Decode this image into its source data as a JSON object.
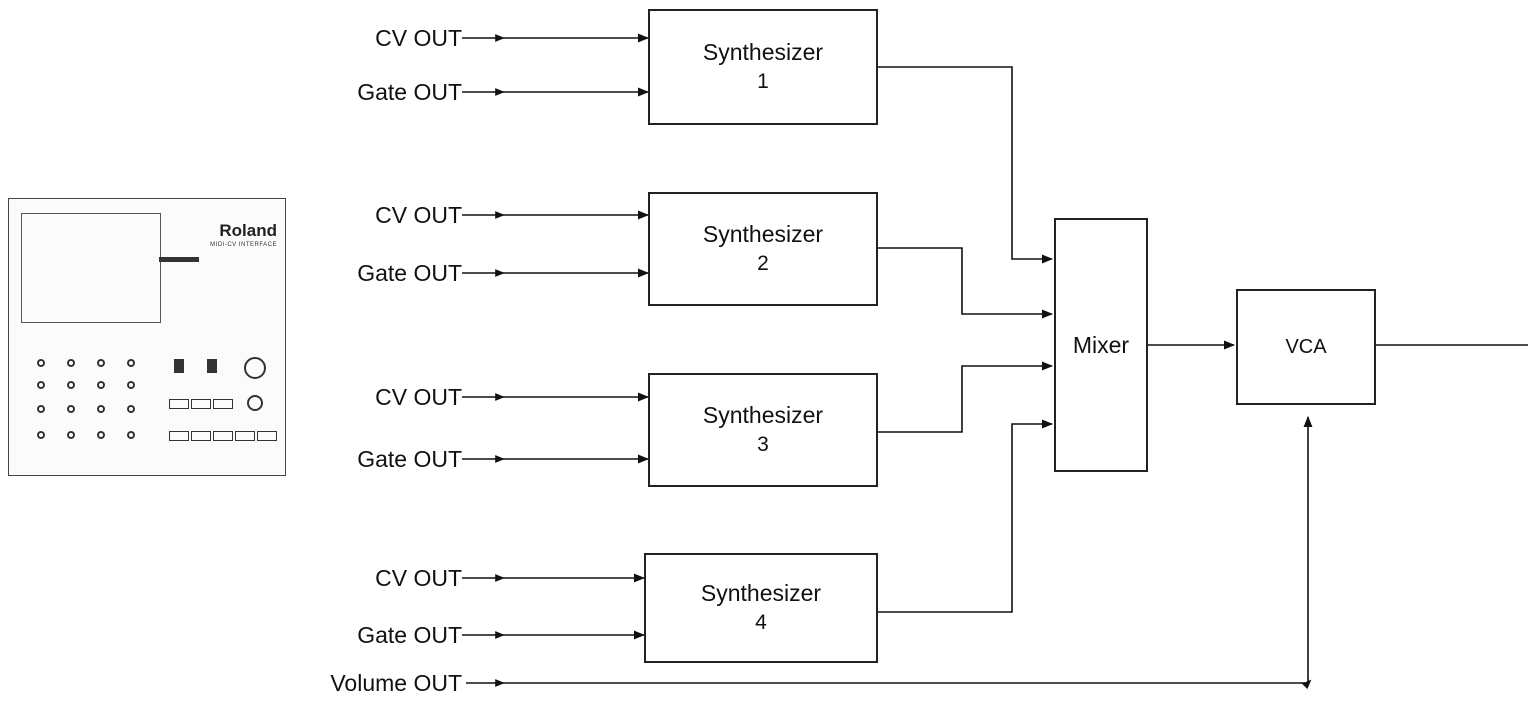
{
  "device": {
    "brand": "Roland",
    "subtitle": "MIDI-CV INTERFACE"
  },
  "outputs": [
    {
      "cv": "CV OUT",
      "gate": "Gate OUT"
    },
    {
      "cv": "CV OUT",
      "gate": "Gate OUT"
    },
    {
      "cv": "CV OUT",
      "gate": "Gate OUT"
    },
    {
      "cv": "CV OUT",
      "gate": "Gate OUT"
    }
  ],
  "volume_label": "Volume OUT",
  "synths": [
    {
      "name": "Synthesizer",
      "num": "1"
    },
    {
      "name": "Synthesizer",
      "num": "2"
    },
    {
      "name": "Synthesizer",
      "num": "3"
    },
    {
      "name": "Synthesizer",
      "num": "4"
    }
  ],
  "mixer": "Mixer",
  "vca": "VCA"
}
